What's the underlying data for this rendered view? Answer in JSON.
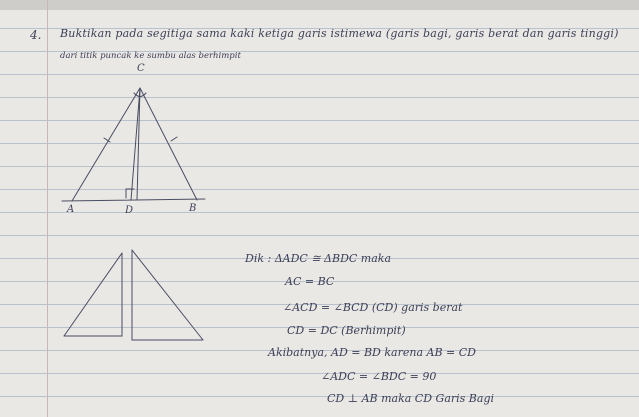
{
  "question": {
    "number": "4.",
    "line1": "Buktikan pada segitiga sama kaki ketiga garis istimewa (garis bagi, garis berat dan garis tinggi)",
    "line2": "dari titik puncak ke sumbu alas berhimpit"
  },
  "figure_labels": {
    "apex": "C",
    "left": "A",
    "foot": "D",
    "right": "B"
  },
  "proof": {
    "lines": [
      "Dik : ΔADC ≅ ΔBDC maka",
      "AC = BC",
      "∠ACD = ∠BCD  (CD) garis berat",
      "CD = DC  (Berhimpit)",
      "Akibatnya, AD = BD  karena AB = CD",
      "∠ADC = ∠BDC = 90",
      "CD ⊥ AB maka CD Garis Bagi"
    ]
  }
}
